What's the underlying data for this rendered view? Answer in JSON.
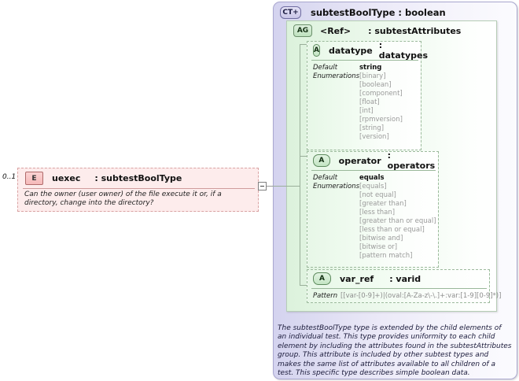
{
  "diagram": {
    "element": {
      "occurs": "0..1",
      "icon": "element-icon",
      "icon_label": "E",
      "name": "uexec",
      "type": ": subtestBoolType",
      "documentation": "Can the owner (user owner) of the file execute it or, if a directory, change into the directory?"
    },
    "connector": {
      "icon": "collapse-minus-icon"
    },
    "complex_type": {
      "icon_label": "CT+",
      "title": "subtestBoolType : boolean",
      "documentation": "The subtestBoolType type is extended by the child elements of an individual test.  This type provides uniformity to each child element by including the attributes found in the subtestAttributes group.  This attribute is included by other subtest types and makes the same list of attributes available to all children of a test.  This specific type describes simple boolean data."
    },
    "attribute_group": {
      "icon_label": "AG",
      "ref": "<Ref>",
      "type": ": subtestAttributes"
    },
    "attributes": [
      {
        "icon_label": "A",
        "name": "datatype",
        "type": ": datatypes",
        "facets": [
          {
            "label": "Default",
            "value": "string"
          },
          {
            "label": "Enumerations",
            "value": ""
          }
        ],
        "enumerations": [
          "[binary]",
          "[boolean]",
          "[component]",
          "[float]",
          "[int]",
          "[rpmversion]",
          "[string]",
          "[version]"
        ]
      },
      {
        "icon_label": "A",
        "name": "operator",
        "type": ": operators",
        "facets": [
          {
            "label": "Default",
            "value": "equals"
          },
          {
            "label": "Enumerations",
            "value": ""
          }
        ],
        "enumerations": [
          "[equals]",
          "[not equal]",
          "[greater than]",
          "[less than]",
          "[greater than or equal]",
          "[less than or equal]",
          "[bitwise and]",
          "[bitwise or]",
          "[pattern match]"
        ]
      },
      {
        "icon_label": "A",
        "name": "var_ref",
        "type": ": varid",
        "facets": [
          {
            "label": "Pattern",
            "value": "[[var-[0-9]+)|(oval:[A-Za-z\\-\\.]+:var:[1-9][0-9]*)]"
          }
        ],
        "enumerations": []
      }
    ],
    "colors": {
      "element_fill": "#fdecec",
      "element_border": "#d9a3a3",
      "complextype_fill": "#e4e3f4",
      "complextype_border": "#a9a7cf",
      "attribute_fill": "#e9f8e9",
      "attribute_border": "#9dba9d"
    }
  }
}
